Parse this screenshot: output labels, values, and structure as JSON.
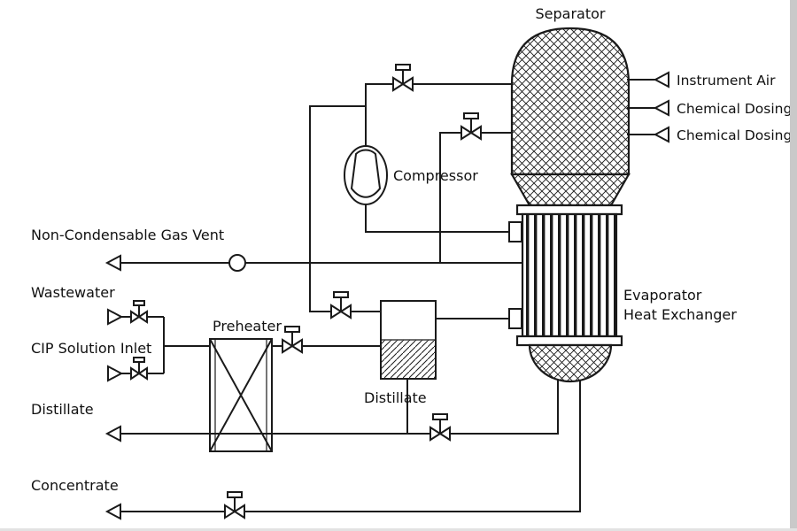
{
  "window": {
    "background": "#ffffff",
    "edge_strip_color": "#c9c9c9"
  },
  "diagram": {
    "line_color": "#1a1a1a",
    "text_color": "#111111",
    "equipment": {
      "separator": {
        "label": "Separator"
      },
      "compressor": {
        "label": "Compressor"
      },
      "evaporator_heat_exchanger": {
        "label_line1": "Evaporator",
        "label_line2": "Heat Exchanger"
      },
      "preheater": {
        "label": "Preheater"
      },
      "distillate_tank": {
        "label": "Distillate"
      }
    },
    "streams": {
      "instrument_air": {
        "label": "Instrument Air"
      },
      "chemical_dosing_a": {
        "label": "Chemical Dosing A"
      },
      "chemical_dosing_b": {
        "label": "Chemical Dosing B"
      },
      "non_condensable_gas_vent": {
        "label": "Non-Condensable Gas Vent"
      },
      "wastewater": {
        "label": "Wastewater"
      },
      "cip_solution_inlet": {
        "label": "CIP Solution Inlet"
      },
      "distillate_outlet": {
        "label": "Distillate"
      },
      "concentrate": {
        "label": "Concentrate"
      }
    }
  }
}
